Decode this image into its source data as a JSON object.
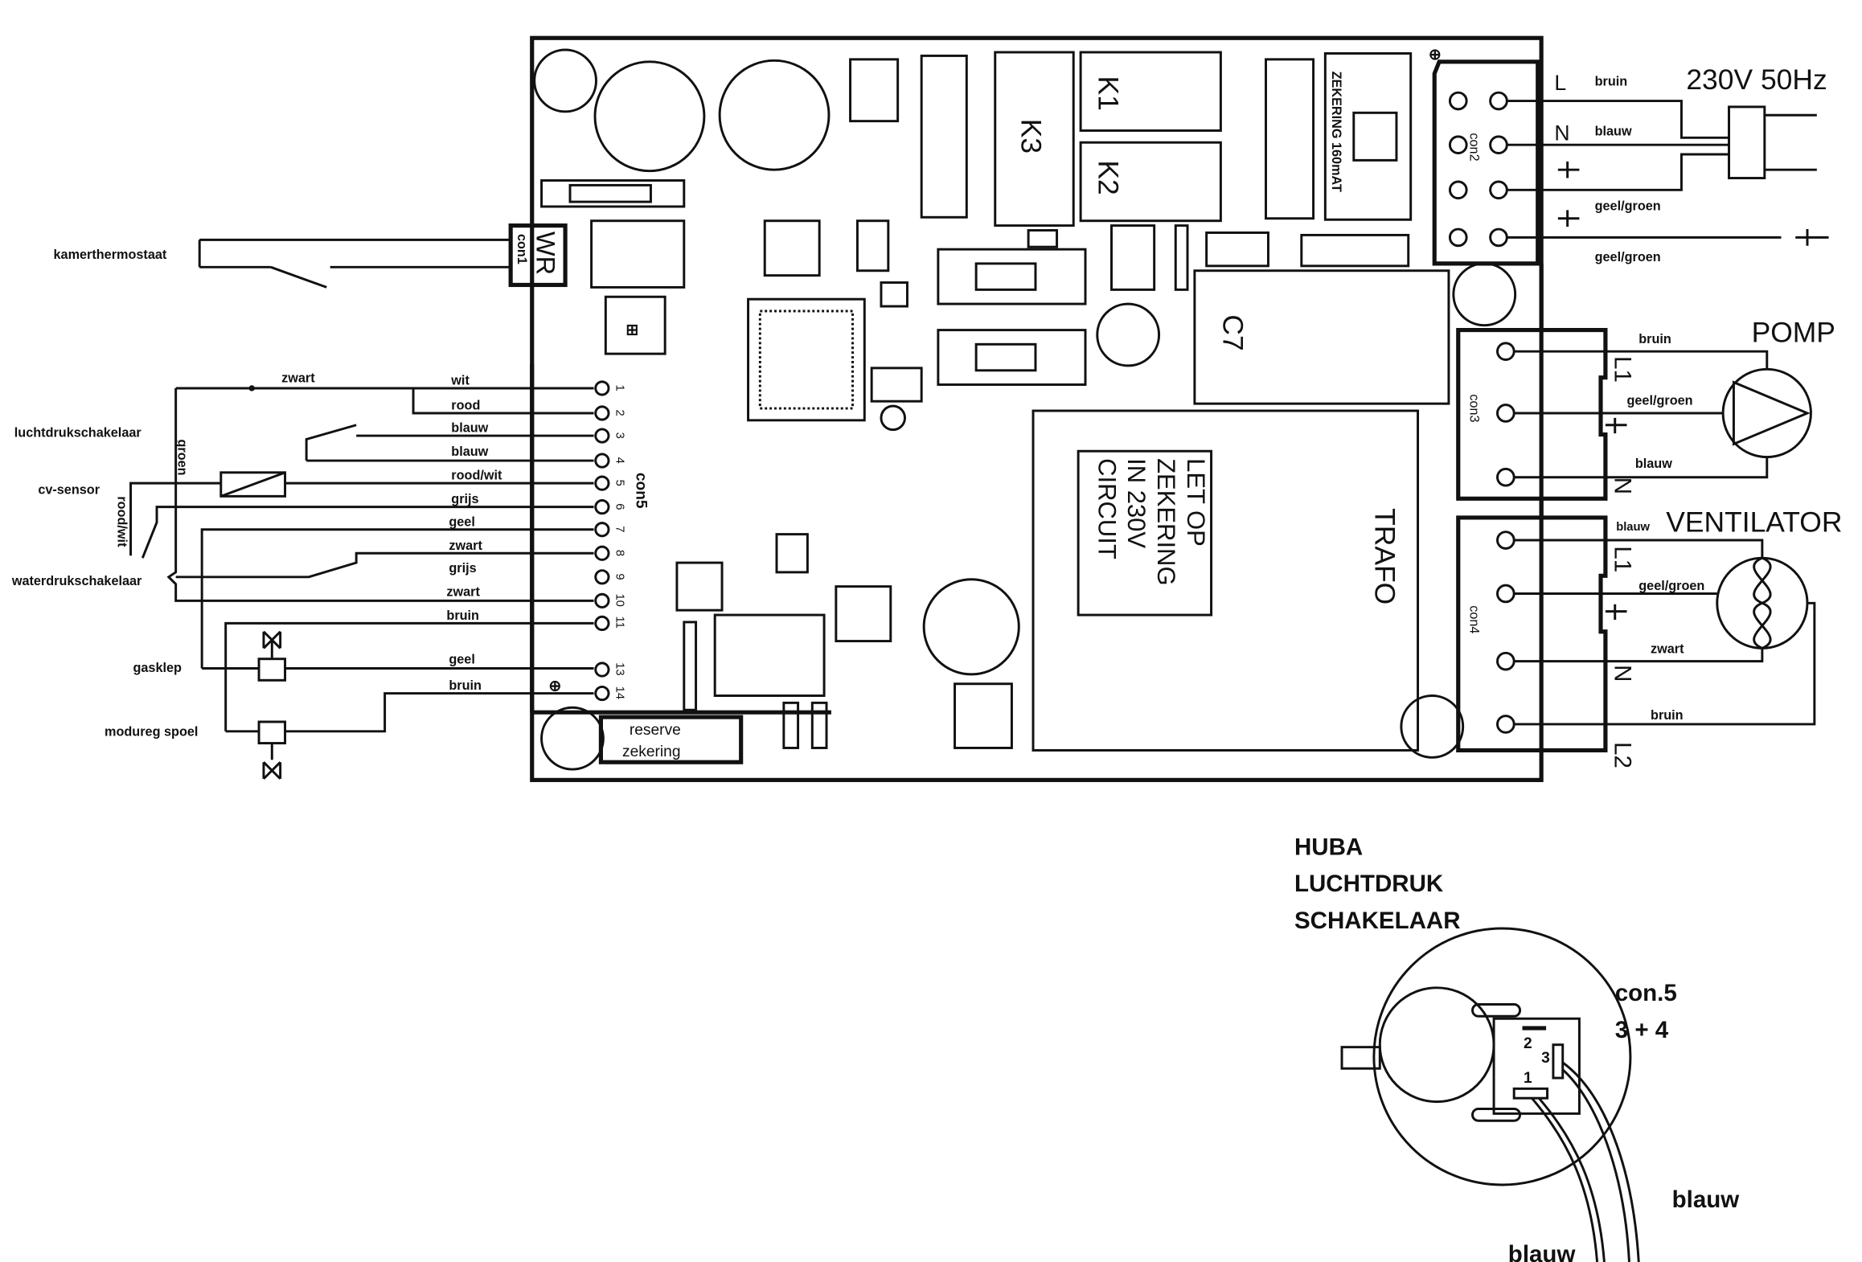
{
  "left_labels": {
    "kamerthermostaat": "kamerthermostaat",
    "luchtdrukschakelaar": "luchtdrukschakelaar",
    "cv_sensor": "cv-sensor",
    "waterdrukschakelaar": "waterdrukschakelaar",
    "gasklep": "gasklep",
    "modureg_spoel": "modureg spoel",
    "groen": "groen",
    "rood_wit": "rood/wit",
    "zwart_top": "zwart"
  },
  "con5": {
    "label": "con5",
    "wires": [
      {
        "pin": "1",
        "color": "wit"
      },
      {
        "pin": "2",
        "color": "rood"
      },
      {
        "pin": "3",
        "color": "blauw"
      },
      {
        "pin": "4",
        "color": "blauw"
      },
      {
        "pin": "5",
        "color": "rood/wit"
      },
      {
        "pin": "6",
        "color": "grijs"
      },
      {
        "pin": "7",
        "color": "geel"
      },
      {
        "pin": "8",
        "color": "zwart"
      },
      {
        "pin": "9",
        "color": "grijs"
      },
      {
        "pin": "10",
        "color": "zwart"
      },
      {
        "pin": "11",
        "color": "bruin"
      },
      {
        "pin": "13",
        "color": "geel"
      },
      {
        "pin": "14",
        "color": "bruin"
      }
    ]
  },
  "board": {
    "con1": "con1",
    "wr": "WR",
    "k1": "K1",
    "k2": "K2",
    "k3": "K3",
    "zekering": "ZEKERING 160mAT",
    "c7": "C7",
    "trafo": "TRAFO",
    "warning": [
      "LET OP",
      "ZEKERING",
      "IN 230V",
      "CIRCUIT"
    ],
    "reserve": [
      "reserve",
      "zekering"
    ],
    "con2": "con2",
    "con3": "con3",
    "con4": "con4"
  },
  "power": {
    "title": "230V 50Hz",
    "L": "L",
    "N": "N",
    "wires": [
      "bruin",
      "blauw",
      "geel/groen",
      "geel/groen"
    ]
  },
  "pomp": {
    "title": "POMP",
    "wires": [
      "bruin",
      "geel/groen",
      "blauw"
    ],
    "terminals": [
      "L1",
      "N"
    ]
  },
  "ventilator": {
    "title": "VENTILATOR",
    "wires": [
      "blauw",
      "geel/groen",
      "zwart",
      "bruin"
    ],
    "terminals": [
      "L1",
      "N",
      "L2"
    ]
  },
  "huba": {
    "title": [
      "HUBA",
      "LUCHTDRUK",
      "SCHAKELAAR"
    ],
    "connector": [
      "con.5",
      "3 + 4"
    ],
    "pins": [
      "1",
      "2",
      "3"
    ],
    "wires": [
      "blauw",
      "blauw"
    ]
  }
}
